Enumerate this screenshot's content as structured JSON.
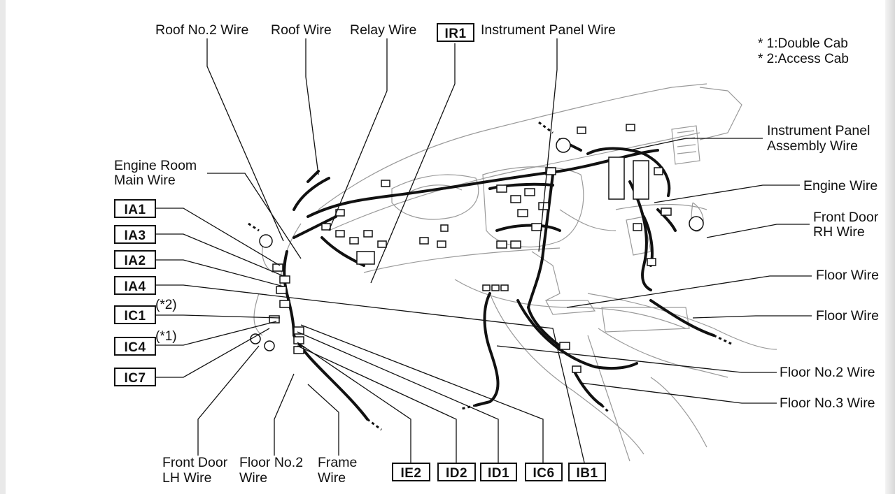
{
  "labels": {
    "roof_no2_wire": "Roof No.2 Wire",
    "roof_wire": "Roof Wire",
    "relay_wire": "Relay Wire",
    "instrument_panel_wire": "Instrument Panel Wire",
    "engine_room_main_wire_1": "Engine Room",
    "engine_room_main_wire_2": "Main Wire",
    "ip_assembly_wire_1": "Instrument Panel",
    "ip_assembly_wire_2": "Assembly Wire",
    "engine_wire": "Engine Wire",
    "front_door_rh_wire_1": "Front Door",
    "front_door_rh_wire_2": "RH Wire",
    "floor_wire_upper": "Floor Wire",
    "floor_wire_lower": "Floor Wire",
    "floor_no2_wire": "Floor No.2 Wire",
    "floor_no3_wire": "Floor No.3 Wire",
    "front_door_lh_wire_1": "Front Door",
    "front_door_lh_wire_2": "LH Wire",
    "floor_no2_wire_bottom_1": "Floor No.2",
    "floor_no2_wire_bottom_2": "Wire",
    "frame_wire_1": "Frame",
    "frame_wire_2": "Wire"
  },
  "connectors": {
    "ir1": "IR1",
    "ia1": "IA1",
    "ia3": "IA3",
    "ia2": "IA2",
    "ia4": "IA4",
    "ic1": "IC1",
    "ic4": "IC4",
    "ic7": "IC7",
    "ie2": "IE2",
    "id2": "ID2",
    "id1": "ID1",
    "ic6": "IC6",
    "ib1": "IB1"
  },
  "notes": {
    "ic1_note": "(*2)",
    "ic4_note": "(*1)",
    "legend_1": "* 1:Double Cab",
    "legend_2": "* 2:Access Cab"
  }
}
